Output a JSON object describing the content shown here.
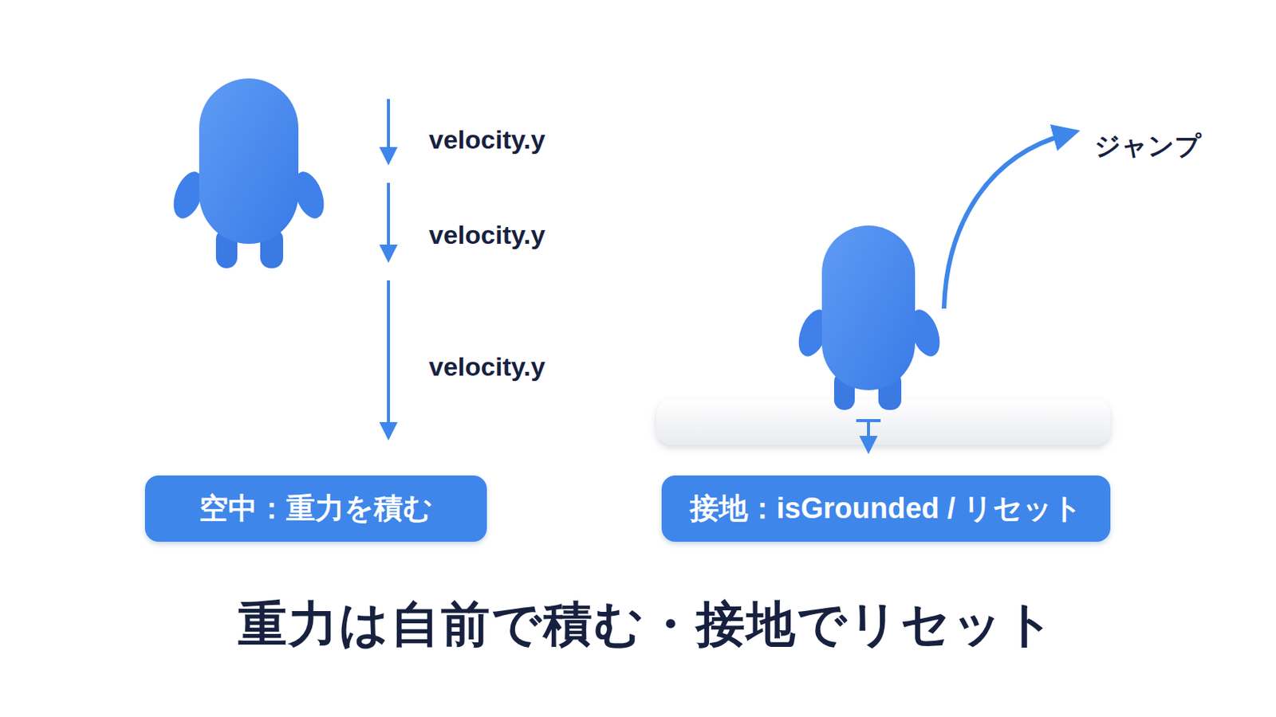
{
  "diagram": {
    "caption": "重力は自前で積む・接地でリセット",
    "nodes": [
      {
        "text": [
          "空中：重力を積む"
        ]
      },
      {
        "text": [
          "接地：isGrounded / リセット"
        ]
      }
    ],
    "labels": [
      "velocity.y",
      "velocity.y",
      "velocity.y",
      "ジャンプ"
    ]
  }
}
